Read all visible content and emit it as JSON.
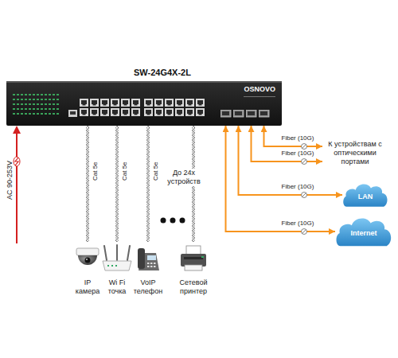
{
  "diagram": {
    "nodes": [
      {
        "text": [
          "SW-24G4X-2L",
          "OSNOVO"
        ]
      },
      {
        "text": [
          "IP камера"
        ]
      },
      {
        "text": [
          "Wi Fi точка"
        ]
      },
      {
        "text": [
          "VoIP телефон"
        ]
      },
      {
        "text": [
          "Сетевой принтер"
        ]
      },
      {
        "text": [
          "К устройствам с оптическими портами"
        ]
      },
      {
        "text": [
          "LAN"
        ]
      },
      {
        "text": [
          "Internet"
        ]
      }
    ],
    "edges": [
      {
        "from": 0,
        "to": 1,
        "arrow": "none",
        "label": "Cat 5e"
      },
      {
        "from": 0,
        "to": 2,
        "arrow": "none",
        "label": "Cat 5e"
      },
      {
        "from": 0,
        "to": 3,
        "arrow": "none",
        "label": "Cat 5e"
      },
      {
        "from": 0,
        "to": 4,
        "arrow": "none"
      },
      {
        "from": 0,
        "to": 5,
        "arrow": "both",
        "label": "Fiber (10G)"
      },
      {
        "from": 0,
        "to": 5,
        "arrow": "both",
        "label": "Fiber (10G)"
      },
      {
        "from": 0,
        "to": 6,
        "arrow": "both",
        "label": "Fiber (10G)"
      },
      {
        "from": 0,
        "to": 7,
        "arrow": "both",
        "label": "Fiber (10G)"
      }
    ],
    "labels": [
      "AC 90-253V",
      "До 24х устройств"
    ]
  }
}
